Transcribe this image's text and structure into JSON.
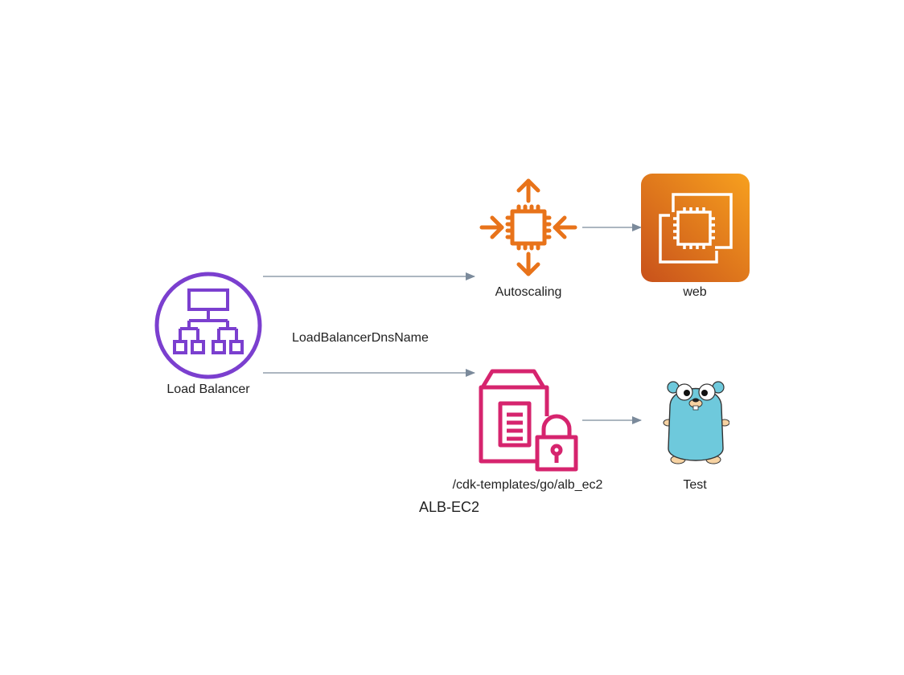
{
  "diagram": {
    "nodes": {
      "load_balancer": {
        "label": "Load Balancer",
        "icon": "elastic-load-balancing-icon",
        "color": "#7b3fcf"
      },
      "autoscaling": {
        "label": "Autoscaling",
        "icon": "auto-scaling-icon",
        "color": "#e8731a"
      },
      "web": {
        "label": "web",
        "icon": "ec2-instances-icon",
        "color": "#e8731a"
      },
      "cdk_template": {
        "label": "/cdk-templates/go/alb_ec2",
        "icon": "secure-package-icon",
        "color": "#d6246e"
      },
      "test": {
        "label": "Test",
        "icon": "go-gopher-icon",
        "color": "#6ec9dc"
      }
    },
    "edges": {
      "lb_to_cdk_label": "LoadBalancerDnsName"
    },
    "cluster": {
      "label": "ALB-EC2"
    },
    "arrow_color": "#7b8a9b"
  }
}
